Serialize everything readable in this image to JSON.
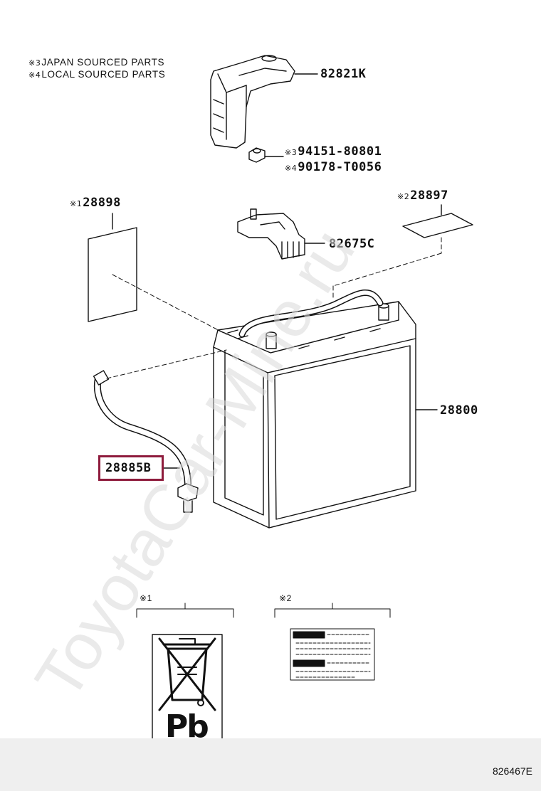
{
  "notes": {
    "line1_mark": "※3",
    "line1_text": "JAPAN SOURCED PARTS",
    "line2_mark": "※4",
    "line2_text": "LOCAL SOURCED PARTS"
  },
  "parts": {
    "clamp": "82821K",
    "nut_japan_mark": "※3",
    "nut_japan": "94151-80801",
    "nut_local_mark": "※4",
    "nut_local": "90178-T0056",
    "label_recycle_mark": "※1",
    "label_recycle": "28898",
    "label_caution_mark": "※2",
    "label_caution": "28897",
    "terminal": "82675C",
    "battery": "28800",
    "vent_hose": "28885B"
  },
  "detail_views": {
    "left_mark": "※1",
    "right_mark": "※2",
    "pb_text": "Pb"
  },
  "watermark": "ToyotaCar-Mine.ru",
  "diagram_code": "826467E",
  "colors": {
    "highlight": "#8e1b3c",
    "footer": "#efefef",
    "watermark": "#d9d9d9"
  }
}
